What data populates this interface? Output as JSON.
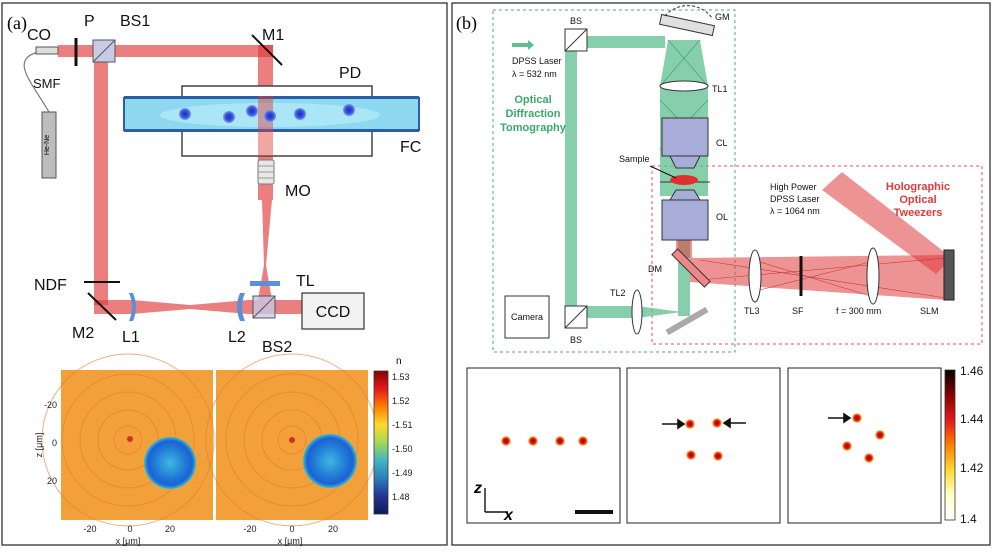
{
  "panel_a": {
    "label": "(a)",
    "components": {
      "co": "CO",
      "p": "P",
      "bs1": "BS1",
      "m1": "M1",
      "pd": "PD",
      "smf": "SMF",
      "hene": "He-Ne",
      "fc": "FC",
      "mo": "MO",
      "tl": "TL",
      "ndf": "NDF",
      "m2": "M2",
      "l1": "L1",
      "l2": "L2",
      "bs2": "BS2",
      "ccd": "CCD"
    },
    "maps": {
      "ylabel": "z [μm]",
      "xlabel": "x [μm]",
      "y_ticks": [
        "-20",
        "0",
        "20"
      ],
      "x_ticks": [
        "-20",
        "0",
        "20"
      ],
      "colorbar": {
        "title": "n",
        "ticks": [
          "1.53",
          "1.52",
          "-1.51",
          "-1.50",
          "-1.49",
          "1.48"
        ],
        "colors": [
          "#8b0000",
          "#e31a1c",
          "#ff7f00",
          "#ffd92f",
          "#a6d854",
          "#41b6c4",
          "#2c7fb8",
          "#253494",
          "#081d58"
        ]
      }
    }
  },
  "panel_b": {
    "label": "(b)",
    "components": {
      "bs_top": "BS",
      "gm": "GM",
      "dpss": "DPSS Laser",
      "lambda_green": "λ = 532 nm",
      "tl1": "TL1",
      "odt": [
        "Optical",
        "Diffraction",
        "Tomography"
      ],
      "cl": "CL",
      "sample": "Sample",
      "hp_laser": [
        "High Power",
        "DPSS Laser",
        "λ = 1064 nm"
      ],
      "hot": [
        "Holographic",
        "Optical",
        "Tweezers"
      ],
      "ol": "OL",
      "dm": "DM",
      "tl2": "TL2",
      "camera": "Camera",
      "bs_bottom": "BS",
      "tl3": "TL3",
      "sf": "SF",
      "focal": "f = 300 mm",
      "slm": "SLM"
    },
    "maps": {
      "axis_z": "z",
      "axis_x": "x",
      "colorbar": {
        "ticks": [
          "1.46",
          "1.44",
          "1.42",
          "1.4"
        ],
        "colors": [
          "#000000",
          "#8b0000",
          "#e31a1c",
          "#ff7f00",
          "#ffd92f",
          "#ffffcc",
          "#ffffff"
        ]
      }
    }
  },
  "colors": {
    "red_beam": "#e03a3a",
    "green_beam": "#5fbf8f",
    "lens_blue": "#5b8fd6",
    "cell_blue": "#8ed8f0",
    "orange_bg": "#f2a13a",
    "sphere_blue": "#1f5fd6"
  }
}
